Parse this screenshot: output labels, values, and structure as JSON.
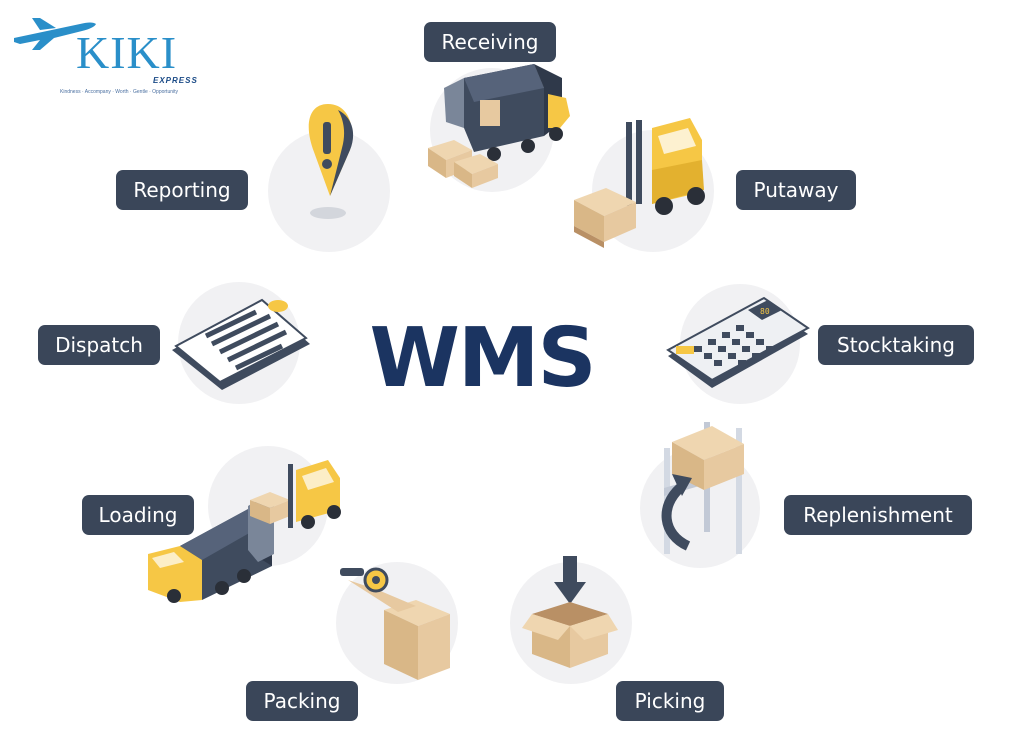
{
  "logo": {
    "word": "KIKI",
    "sub": "EXPRESS",
    "tagline": "Kindness · Accompany · Worth · Gentle · Opportunity"
  },
  "center": {
    "title": "WMS"
  },
  "stages": {
    "receiving": "Receiving",
    "putaway": "Putaway",
    "stocktaking": "Stocktaking",
    "replenishment": "Replenishment",
    "picking": "Picking",
    "packing": "Packing",
    "loading": "Loading",
    "dispatch": "Dispatch",
    "reporting": "Reporting"
  },
  "colors": {
    "label_bg": "#3a4659",
    "title": "#1b3461",
    "logo_blue": "#2a8fc9",
    "accent_yellow": "#f6c745",
    "box_tan": "#e7c9a0",
    "truck_dark": "#3f4b5e"
  },
  "calculator": {
    "display": "80"
  }
}
